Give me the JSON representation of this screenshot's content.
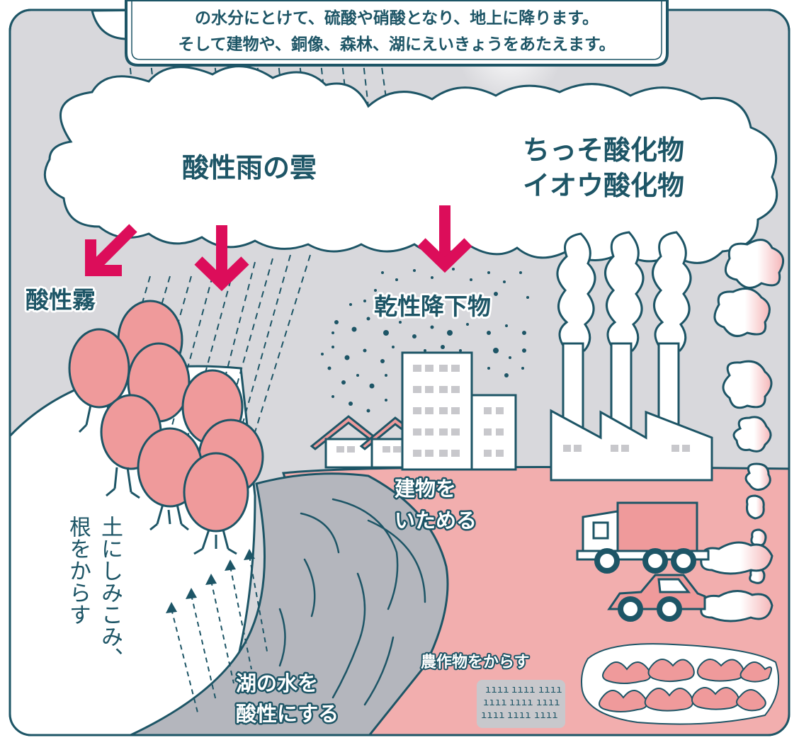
{
  "caption": {
    "line1": "の水分にとけて、硫酸や硝酸となり、地上に降ります。",
    "line2": "そして建物や、銅像、森林、湖にえいきょうをあたえます。"
  },
  "labels": {
    "acid_rain_cloud": "酸性雨の雲",
    "oxides_line1": "ちっそ酸化物",
    "oxides_line2": "イオウ酸化物",
    "acid_fog": "酸性霧",
    "dry_deposition": "乾性降下物",
    "damage_buildings_line1": "建物を",
    "damage_buildings_line2": "いためる",
    "soil_line1": "土にしみこみ、",
    "soil_line2": "根をからす",
    "lake_line1": "湖の水を",
    "lake_line2": "酸性にする",
    "crops": "農作物をからす"
  },
  "colors": {
    "navy": "#1d5566",
    "sky": "#d8d8dc",
    "pink_ground": "#f2aeae",
    "tree_pink": "#ef9a9b",
    "arrow_magenta": "#dc0d5a",
    "river": "#b4b6bd"
  }
}
